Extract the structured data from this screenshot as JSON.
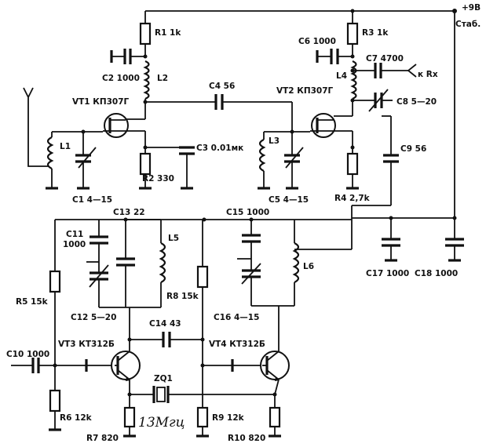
{
  "supply": {
    "voltage": "+9В",
    "note": "Стаб."
  },
  "components": {
    "R1": "R1  1k",
    "R2": "R2  330",
    "R3": "R3  1k",
    "R4": "R4  2,7k",
    "R5": "R5  15k",
    "R6": "R6  12k",
    "R7": "R7  820",
    "R8": "R8  15k",
    "R9": "R9  12k",
    "R10": "R10  820",
    "C1": "C1  4—15",
    "C2": "C2  1000",
    "C3": "C3  0.01мк",
    "C4": "C4  56",
    "C5": "C5  4—15",
    "C6": "C6  1000",
    "C7": "C7  4700",
    "C8": "C8  5—20",
    "C9": "C9  56",
    "C10": "C10  1000",
    "C11_name": "C11",
    "C11_value": "1000",
    "C12": "C12  5—20",
    "C13": "C13  22",
    "C14": "C14  43",
    "C15": "C15  1000",
    "C16": "C16  4—15",
    "C17": "C17  1000",
    "C18": "C18  1000",
    "L1": "L1",
    "L2": "L2",
    "L3": "L3",
    "L4": "L4",
    "L5": "L5",
    "L6": "L6",
    "VT1": "VT1  КП307Г",
    "VT2": "VT2  КП307Г",
    "VT3": "VT3  КТ312Б",
    "VT4": "VT4  КТ312Б",
    "ZQ1": "ZQ1"
  },
  "rx_label": "к Rx",
  "crystal_note": "13Мгц"
}
